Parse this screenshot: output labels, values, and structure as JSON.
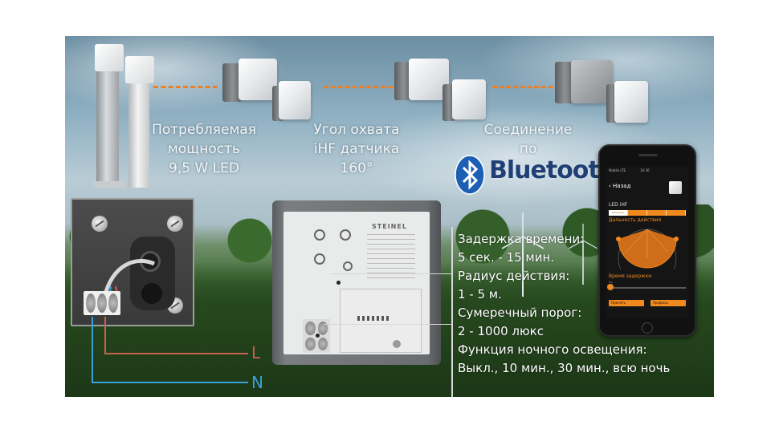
{
  "captions": {
    "power": [
      "Потребляемая",
      "мощность",
      "9,5 W LED"
    ],
    "angle": [
      "Угол охвата",
      "iHF датчика",
      "160°"
    ],
    "connection": [
      "Соединение",
      "по"
    ]
  },
  "bluetooth": {
    "word": "Bluetooth",
    "mark": "®"
  },
  "brand_label": "STEINEL",
  "specs": [
    "Задержка времени:",
    "5 сек. - 15 мин.",
    "Радиус действия:",
    "1 - 5 м.",
    "Сумеречный порог:",
    "2 - 1000 люкс",
    "Функция ночного освещения:",
    "Выкл., 10 мин., 30 мин., всю ночь"
  ],
  "wires": {
    "live": "L",
    "neutral": "N"
  },
  "phone": {
    "carrier": "Mobile LTE",
    "time": "10:30",
    "back": "‹ Назад",
    "device": "LED iHF",
    "tabs": [
      "Свойства",
      "",
      "",
      ""
    ],
    "range_label": "Дальность действия",
    "delay_label": "Время задержки",
    "delay_value": "5 s",
    "apply": "Принять",
    "profiles": "Профиль"
  },
  "colors": {
    "accent_orange": "#e8812a",
    "live_wire": "#c8614f",
    "neutral_wire": "#3a9fd8",
    "bluetooth_blue": "#1f3f75"
  }
}
